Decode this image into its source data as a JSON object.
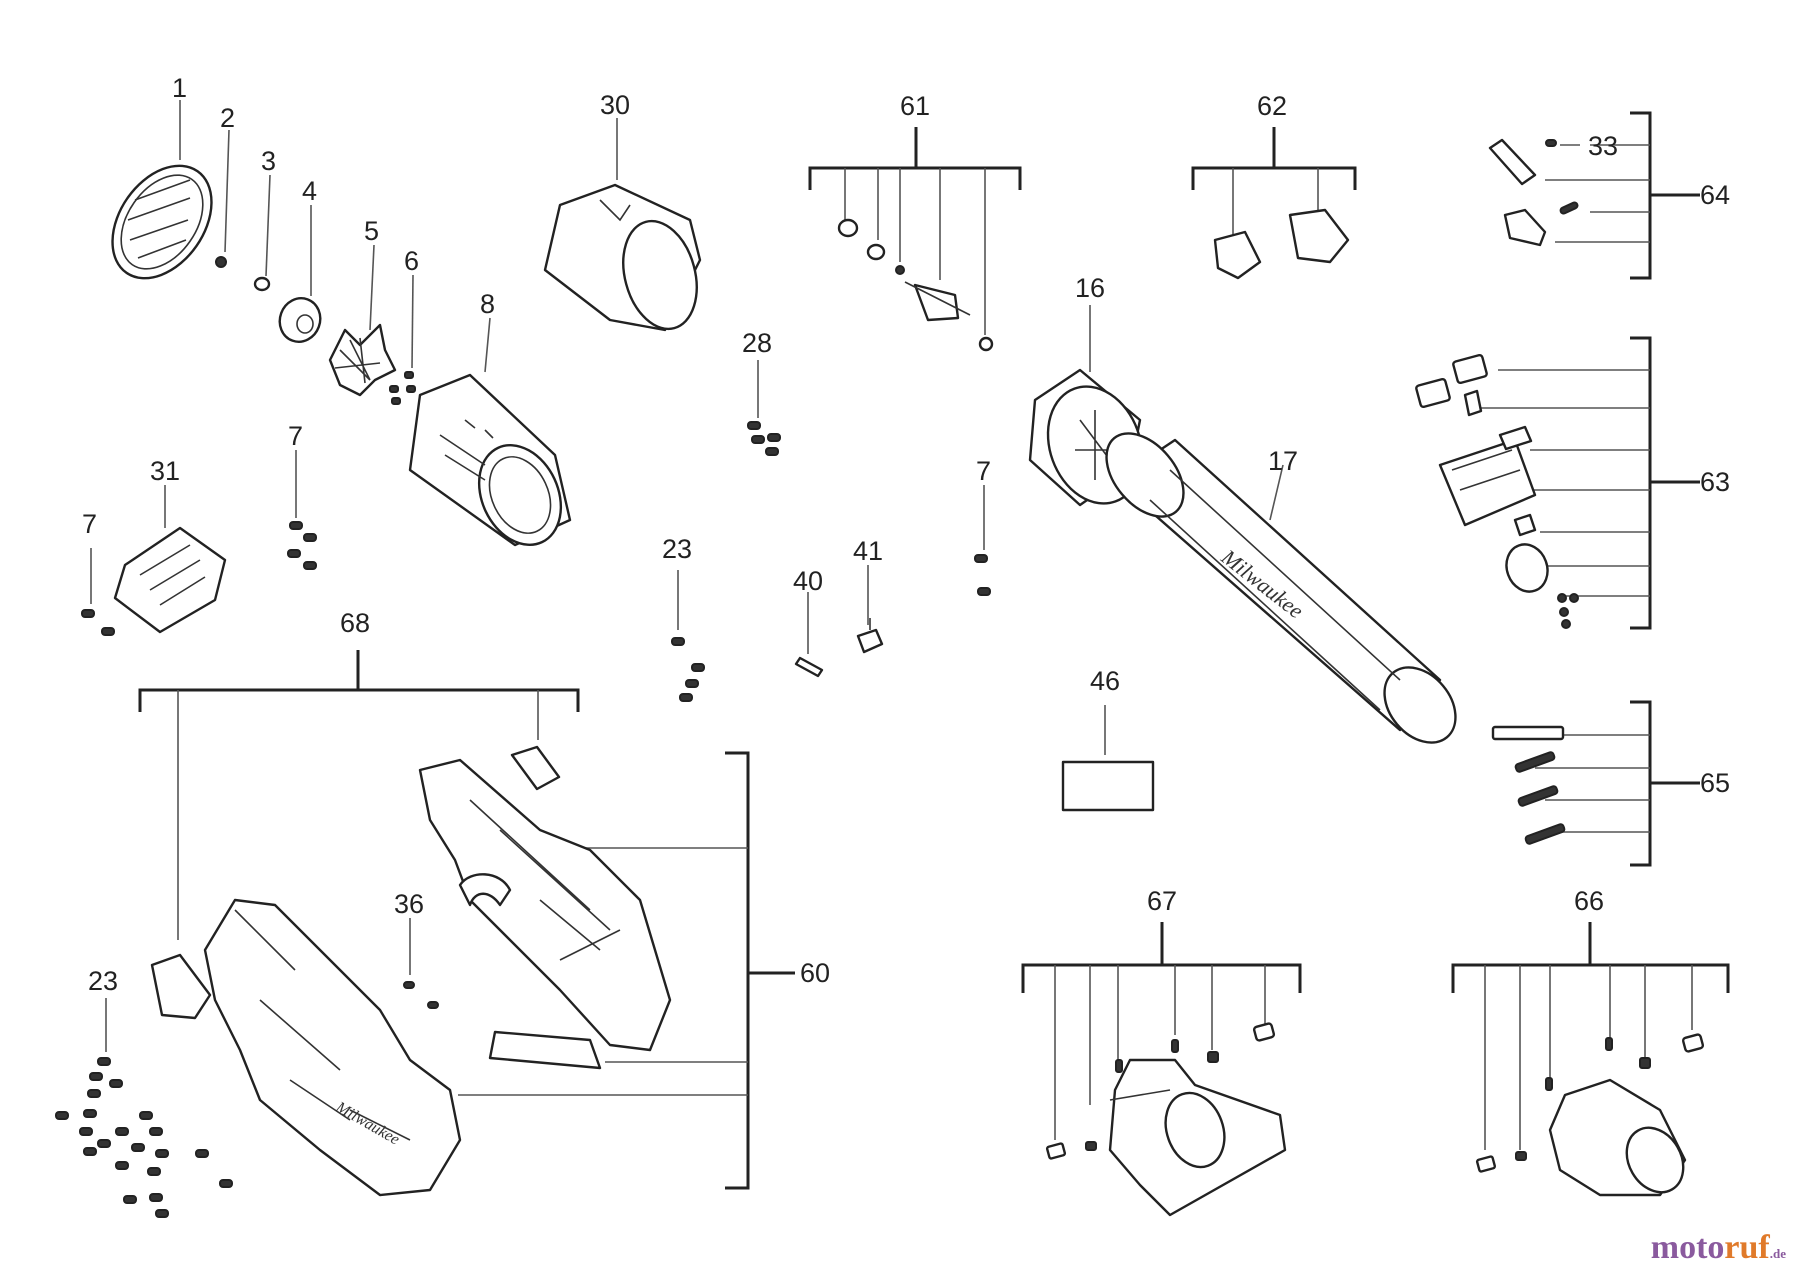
{
  "labels": {
    "l1": "1",
    "l2": "2",
    "l3": "3",
    "l4": "4",
    "l5": "5",
    "l6": "6",
    "l7a": "7",
    "l7b": "7",
    "l7c": "7",
    "l8": "8",
    "l16": "16",
    "l17": "17",
    "l23a": "23",
    "l23b": "23",
    "l28": "28",
    "l30": "30",
    "l31": "31",
    "l33": "33",
    "l36": "36",
    "l40": "40",
    "l41": "41",
    "l46": "46",
    "l60": "60",
    "l61": "61",
    "l62": "62",
    "l63": "63",
    "l64": "64",
    "l65": "65",
    "l66": "66",
    "l67": "67",
    "l68": "68"
  },
  "watermark": {
    "part1": "moto",
    "part2": "ruf",
    "suffix": ".de"
  }
}
